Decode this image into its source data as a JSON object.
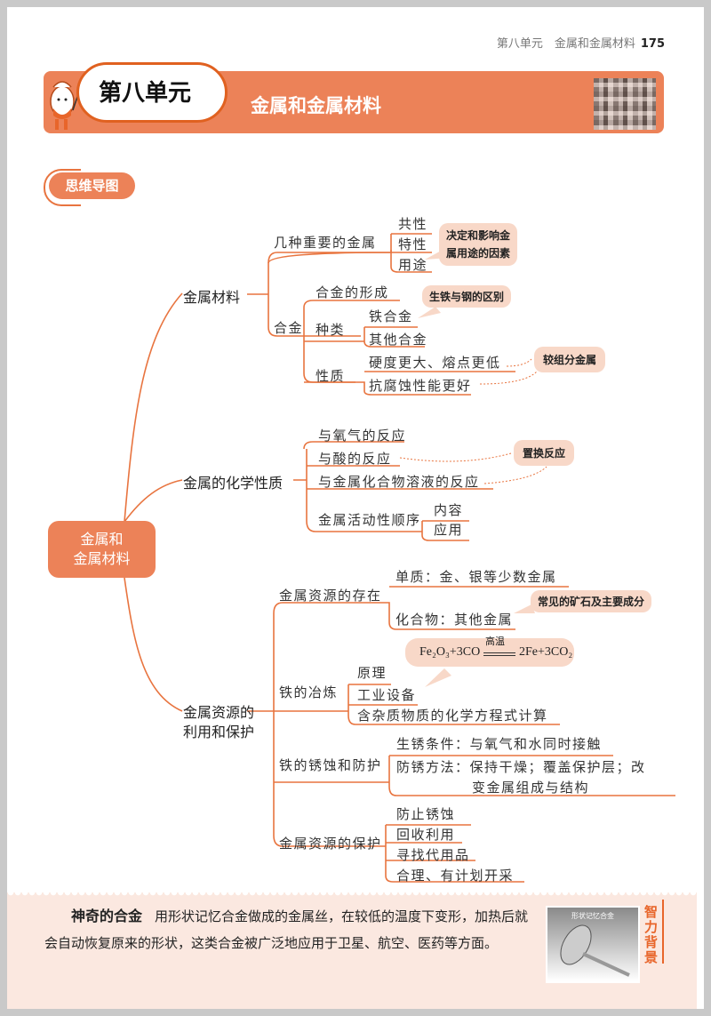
{
  "header": {
    "running_title": "第八单元　金属和金属材料",
    "page_number": "175"
  },
  "banner": {
    "unit": "第八单元",
    "title": "金属和金属材料",
    "qr_icon": "qr-code-icon"
  },
  "section_tag": "思维导图",
  "mindmap": {
    "root": {
      "line1": "金属和",
      "line2": "金属材料"
    },
    "b1": {
      "label": "金属材料",
      "c1": {
        "label": "几种重要的金属",
        "items": [
          "共性",
          "特性",
          "用途"
        ],
        "note": {
          "line1": "决定和影响金",
          "line2": "属用途的因素"
        }
      },
      "c2": {
        "label": "合金",
        "formation": "合金的形成",
        "kinds": {
          "label": "种类",
          "items": [
            "铁合金",
            "其他合金"
          ],
          "note": "生铁与钢的区别"
        },
        "props": {
          "label": "性质",
          "items": [
            "硬度更大、熔点更低",
            "抗腐蚀性能更好"
          ],
          "note": "较组分金属"
        }
      }
    },
    "b2": {
      "label": "金属的化学性质",
      "items": [
        "与氧气的反应",
        "与酸的反应",
        "与金属化合物溶液的反应"
      ],
      "note": "置换反应",
      "activity": {
        "label": "金属活动性顺序",
        "items": [
          "内容",
          "应用"
        ]
      }
    },
    "b3": {
      "label1": "金属资源的",
      "label2": "利用和保护",
      "exist": {
        "label": "金属资源的存在",
        "items": [
          "单质：金、银等少数金属",
          "化合物：其他金属"
        ],
        "note": "常见的矿石及主要成分"
      },
      "smelt": {
        "label": "铁的冶炼",
        "items": [
          "原理",
          "工业设备",
          "含杂质物质的化学方程式计算"
        ],
        "formula": {
          "left": "Fe₂O₃+3CO",
          "condition": "高温",
          "right": "2Fe+3CO₂"
        }
      },
      "rust": {
        "label": "铁的锈蚀和防护",
        "items": [
          "生锈条件：与氧气和水同时接触",
          "防锈方法：保持干燥；覆盖保护层；改",
          "变金属组成与结构"
        ]
      },
      "protect": {
        "label": "金属资源的保护",
        "items": [
          "防止锈蚀",
          "回收利用",
          "寻找代用品",
          "合理、有计划开采"
        ]
      }
    }
  },
  "footer": {
    "title": "神奇的合金",
    "body": "用形状记忆合金做成的金属丝，在较低的温度下变形，加热后就会自动恢复原来的形状，这类合金被广泛地应用于卫星、航空、医药等方面。",
    "image_caption": "形状记忆合金",
    "side_label": "智力背景"
  },
  "colors": {
    "accent": "#ec8258",
    "line": "#e8743f",
    "note_bg": "#f8d8c8"
  }
}
